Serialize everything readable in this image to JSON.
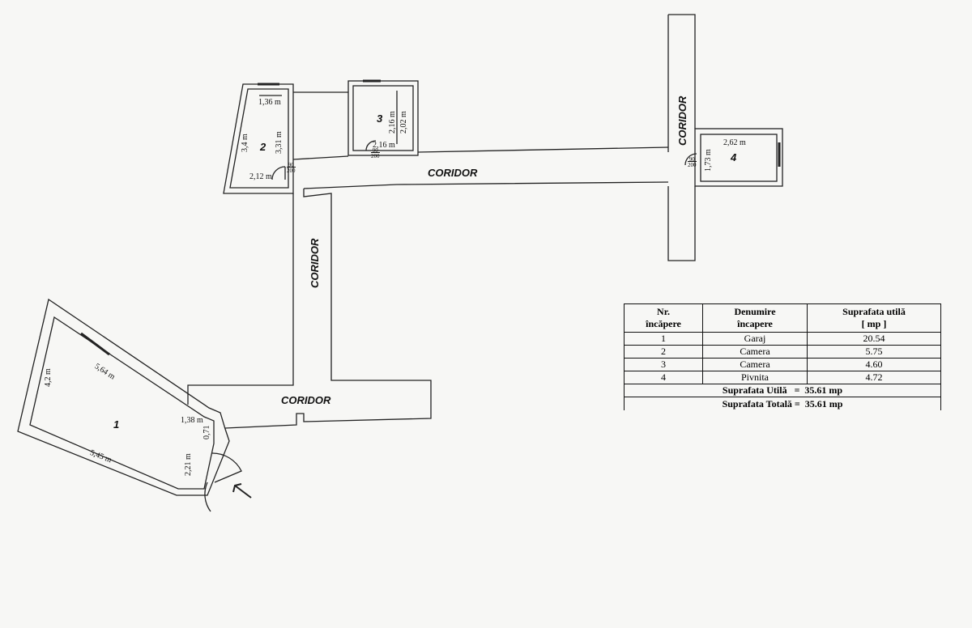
{
  "corridors": {
    "corridor_top": "CORIDOR",
    "corridor_left": "CORIDOR",
    "corridor_vertical": "CORIDOR",
    "corridor_bottom": "CORIDOR"
  },
  "rooms": [
    {
      "number": "1",
      "dims": [
        "4,2 m",
        "5,64 m",
        "5,45 m",
        "1,38 m",
        "0,71",
        "2,21 m"
      ]
    },
    {
      "number": "2",
      "dims": [
        "1,36 m",
        "3,4 m",
        "3,31 m",
        "2,12 m"
      ],
      "door": "90/200"
    },
    {
      "number": "3",
      "dims": [
        "2,16 m",
        "2,02 m",
        "2,16 m"
      ],
      "door": "90/200"
    },
    {
      "number": "4",
      "dims": [
        "2,62 m",
        "1,73 m"
      ],
      "door": "90/200"
    }
  ],
  "door_label_top": "90",
  "door_label_bottom": "200",
  "table": {
    "headers": [
      "Nr. încăpere",
      "Denumire încapere",
      "Suprafata utilă [ mp ]"
    ],
    "header_lines": [
      [
        "Nr.",
        "încăpere"
      ],
      [
        "Denumire",
        "încapere"
      ],
      [
        "Suprafata utilă",
        "[ mp ]"
      ]
    ],
    "rows": [
      {
        "nr": "1",
        "name": "Garaj",
        "area": "20.54"
      },
      {
        "nr": "2",
        "name": "Camera",
        "area": "5.75"
      },
      {
        "nr": "3",
        "name": "Camera",
        "area": "4.60"
      },
      {
        "nr": "4",
        "name": "Pivnita",
        "area": "4.72"
      }
    ],
    "total_useful": "Suprafata Utilă   =  35.61 mp",
    "total_overall": "Suprafata Totală =  35.61 mp"
  }
}
